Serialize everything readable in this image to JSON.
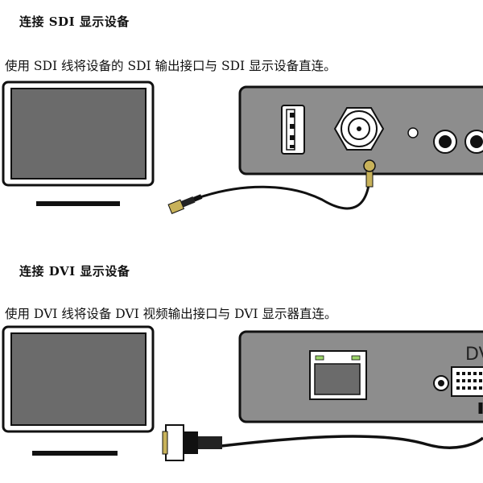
{
  "sections": [
    {
      "heading": "连接 SDI 显示设备",
      "instruction": "使用 SDI 线将设备的 SDI 输出接口与 SDI 显示设备直连。"
    },
    {
      "heading": "连接 DVI 显示设备",
      "instruction": "使用 DVI 线将设备 DVI 视频输出接口与 DVI 显示器直连。",
      "panel_label": "DV"
    }
  ],
  "colors": {
    "screen": "#6b6b6b",
    "device_panel": "#8d8d8d",
    "cable": "#111111",
    "connector_gold": "#c8b25a",
    "rj45_led": "#9cd36a"
  }
}
